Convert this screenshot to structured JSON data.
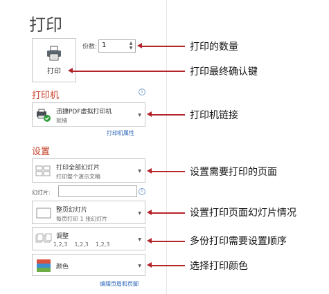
{
  "page_title": "打印",
  "print_button": {
    "label": "打印"
  },
  "copies": {
    "label": "份数:",
    "value": "1"
  },
  "printer_section": {
    "title": "打印机",
    "selected_name": "迅捷PDF虚拟打印机",
    "selected_status": "就绪",
    "properties_link": "打印机属性"
  },
  "settings_section": {
    "title": "设置",
    "range": {
      "main": "打印全部幻灯片",
      "sub": "打印整个演示文稿"
    },
    "slides": {
      "label": "幻灯片:",
      "value": ""
    },
    "layout": {
      "main": "整页幻灯片",
      "sub": "每页打印 1 张幻灯片"
    },
    "collate": {
      "main": "调整",
      "sub": "1,2,3    1,2,3    1,2,3"
    },
    "color": {
      "main": "颜色"
    },
    "header_footer_link": "编辑页眉和页脚"
  },
  "annotations": {
    "copies": "打印的数量",
    "print_button": "打印最终确认键",
    "printer": "打印机链接",
    "range": "设置需要打印的页面",
    "layout": "设置打印页面幻灯片情况",
    "collate": "多份打印需要设置顺序",
    "color": "选择打印颜色"
  },
  "colors": {
    "accent": "#c4412a",
    "link": "#2b65b8",
    "annotation_arrow": "#b3242b"
  }
}
